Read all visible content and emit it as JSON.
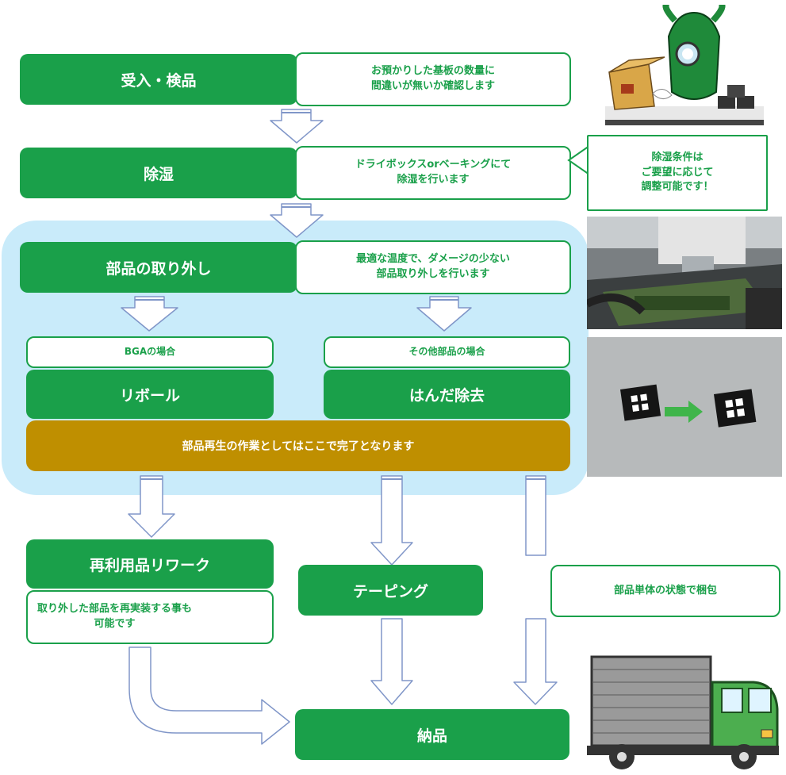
{
  "steps": {
    "receive": {
      "title": "受入・検品",
      "desc": "お預かりした基板の数量に\n間違いが無いか確認します"
    },
    "dehumid": {
      "title": "除湿",
      "desc": "ドライボックスorベーキングにて\n除湿を行います",
      "note": "除湿条件は\nご要望に応じて\n調整可能です！"
    },
    "removal": {
      "title": "部品の取り外し",
      "desc": "最適な温度で、ダメージの少ない\n部品取り外しを行います"
    },
    "bga": {
      "label": "BGAの場合",
      "title": "リボール"
    },
    "other": {
      "label": "その他部品の場合",
      "title": "はんだ除去"
    },
    "complete": "部品再生の作業としてはここで完了となります",
    "rework": {
      "title": "再利用品リワーク",
      "desc": "取り外した部品を再実装する事も\n可能です"
    },
    "taping": "テーピング",
    "package": "部品単体の状態で梱包",
    "delivery": "納品"
  },
  "colors": {
    "green": "#1aa04a",
    "light_blue": "#c9ebfa",
    "gold": "#bf8f00",
    "arrow_outline": "#8096c8"
  },
  "icons": [
    "beetle-mascot-illustration",
    "rework-machine-photo",
    "bga-chip-photo",
    "delivery-truck-illustration"
  ]
}
